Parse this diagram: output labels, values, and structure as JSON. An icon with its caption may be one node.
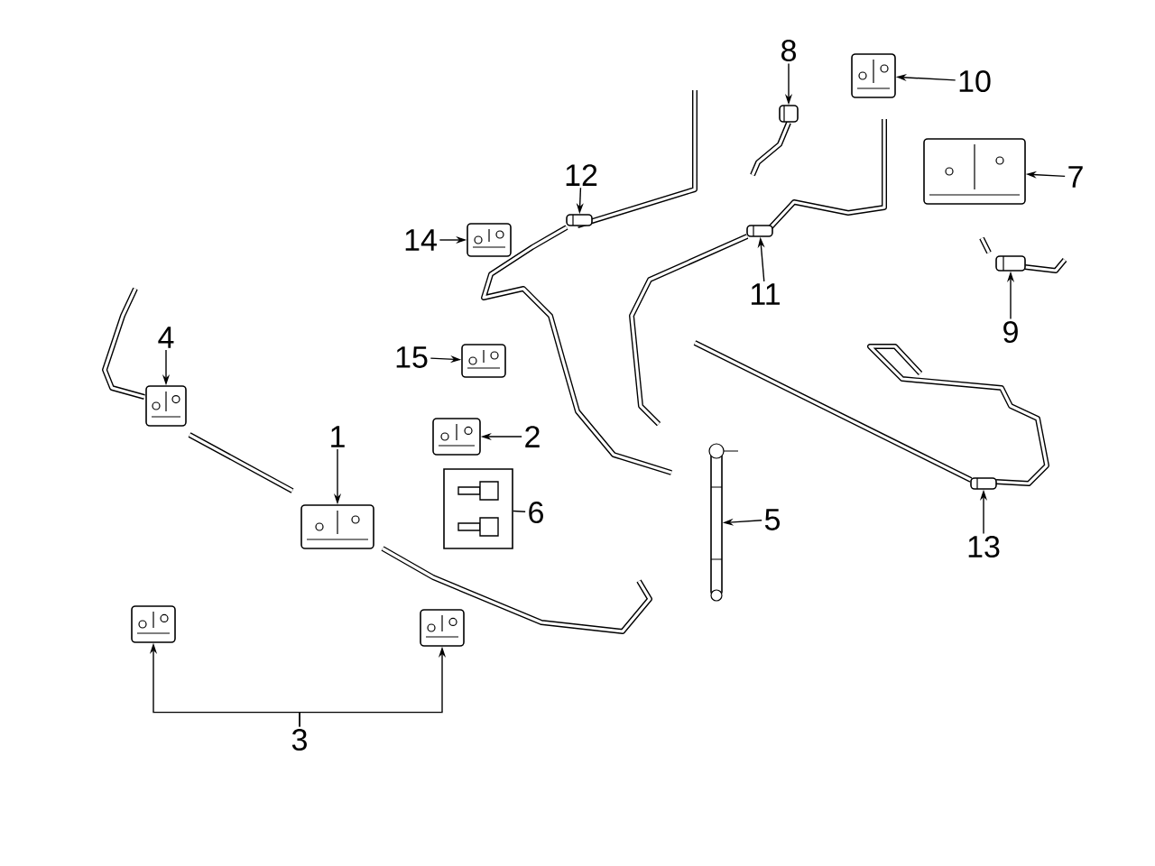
{
  "diagram": {
    "nodes": [
      {
        "text": [
          "1"
        ]
      },
      {
        "text": [
          "2"
        ]
      },
      {
        "text": [
          "3"
        ]
      },
      {
        "text": [
          "4"
        ]
      },
      {
        "text": [
          "5"
        ]
      },
      {
        "text": [
          "6"
        ]
      },
      {
        "text": [
          "7"
        ]
      },
      {
        "text": [
          "8"
        ]
      },
      {
        "text": [
          "9"
        ]
      },
      {
        "text": [
          "10"
        ]
      },
      {
        "text": [
          "11"
        ]
      },
      {
        "text": [
          "12"
        ]
      },
      {
        "text": [
          "13"
        ]
      },
      {
        "text": [
          "14"
        ]
      },
      {
        "text": [
          "15"
        ]
      },
      {
        "text": [],
        "shape": "picture"
      },
      {
        "text": [],
        "shape": "picture"
      },
      {
        "text": [],
        "shape": "picture"
      },
      {
        "text": [],
        "shape": "picture"
      },
      {
        "text": [],
        "shape": "picture"
      },
      {
        "text": [],
        "shape": "picture"
      },
      {
        "text": [],
        "shape": "box"
      },
      {
        "text": [],
        "shape": "picture"
      },
      {
        "text": [],
        "shape": "picture"
      },
      {
        "text": [],
        "shape": "picture"
      },
      {
        "text": [],
        "shape": "picture"
      },
      {
        "text": [],
        "shape": "picture"
      },
      {
        "text": [],
        "shape": "picture"
      },
      {
        "text": [],
        "shape": "picture"
      },
      {
        "text": [],
        "shape": "picture"
      },
      {
        "text": [],
        "shape": "picture"
      }
    ],
    "edges": [
      {
        "from": 0,
        "to": 15,
        "arrow": "to"
      },
      {
        "from": 1,
        "to": 16,
        "arrow": "to"
      },
      {
        "from": 2,
        "to": 17,
        "arrow": "to"
      },
      {
        "from": 2,
        "to": 18,
        "arrow": "to"
      },
      {
        "from": 3,
        "to": 19,
        "arrow": "to"
      },
      {
        "from": 4,
        "to": 20,
        "arrow": "to"
      },
      {
        "from": 5,
        "to": 21,
        "arrow": "none"
      },
      {
        "from": 6,
        "to": 22,
        "arrow": "to"
      },
      {
        "from": 7,
        "to": 23,
        "arrow": "to"
      },
      {
        "from": 8,
        "to": 24,
        "arrow": "to"
      },
      {
        "from": 9,
        "to": 25,
        "arrow": "to"
      },
      {
        "from": 10,
        "to": 26,
        "arrow": "to"
      },
      {
        "from": 11,
        "to": 27,
        "arrow": "to"
      },
      {
        "from": 12,
        "to": 28,
        "arrow": "to"
      },
      {
        "from": 13,
        "to": 29,
        "arrow": "to"
      },
      {
        "from": 14,
        "to": 30,
        "arrow": "to"
      }
    ]
  }
}
